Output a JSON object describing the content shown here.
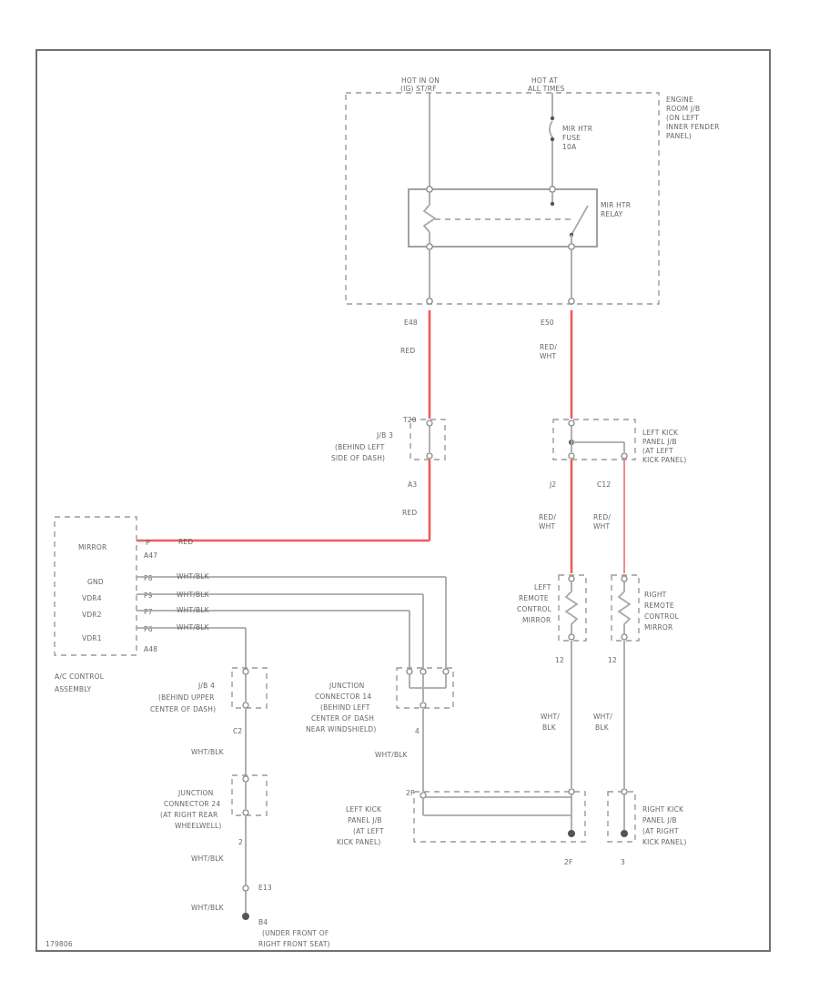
{
  "labels": {
    "hot_in_on": "HOT IN ON",
    "hot_in_on_2": "(IG) ST/RF",
    "hot_at": "HOT AT",
    "hot_at_2": "ALL TIMES",
    "engine_room_jb": "ENGINE",
    "engine_room_jb_2": "ROOM J/B",
    "engine_room_jb_3": "(ON LEFT",
    "engine_room_jb_4": "INNER FENDER",
    "engine_room_jb_5": "PANEL)",
    "mirror_htr_fuse": "MIR HTR",
    "mirror_htr_fuse_2": "FUSE",
    "mirror_htr_fuse_3": "10A",
    "mirror_htr_relay": "MIR HTR",
    "mirror_htr_relay_2": "RELAY",
    "e48": "E48",
    "e50": "E50",
    "red_1": "RED",
    "red_wht_1": "RED/",
    "red_wht_1b": "WHT",
    "t20": "T20",
    "jb3": "J/B 3",
    "jb3_2": "(BEHIND LEFT",
    "jb3_3": "SIDE OF DASH)",
    "a3": "A3",
    "red_2": "RED",
    "left_kick_jb_top": "LEFT KICK",
    "left_kick_jb_top_2": "PANEL J/B",
    "left_kick_jb_top_3": "(AT LEFT",
    "left_kick_jb_top_4": "KICK PANEL)",
    "j2": "J2",
    "c12": "C12",
    "red_wht_2": "RED/",
    "red_wht_2b": "WHT",
    "red_wht_3": "RED/",
    "red_wht_3b": "WHT",
    "ac_mirror": "MIRROR",
    "ac_gnd": "GND",
    "ac_vdr4": "VDR4",
    "ac_vdr2": "VDR2",
    "ac_vdr1": "VDR1",
    "pin_p": "P",
    "pin_a47": "A47",
    "pin_p8": "P8",
    "pin_p9": "P9",
    "pin_p7": "P7",
    "pin_p6": "P6",
    "pin_a48": "A48",
    "red_ac": "RED",
    "wht_blk_1": "WHT/BLK",
    "wht_blk_2": "WHT/BLK",
    "wht_blk_3": "WHT/BLK",
    "wht_blk_4": "WHT/BLK",
    "ac_control": "A/C CONTROL",
    "ac_control_2": "ASSEMBLY",
    "left_remote_mirror": "LEFT",
    "left_remote_mirror_2": "REMOTE",
    "left_remote_mirror_3": "CONTROL",
    "left_remote_mirror_4": "MIRROR",
    "right_remote_mirror": "RIGHT",
    "right_remote_mirror_2": "REMOTE",
    "right_remote_mirror_3": "CONTROL",
    "right_remote_mirror_4": "MIRROR",
    "l12": "12",
    "r12": "12",
    "jb4": "J/B 4",
    "jb4_2": "(BEHIND UPPER",
    "jb4_3": "CENTER OF DASH)",
    "junction_14": "JUNCTION",
    "junction_14_2": "CONNECTOR 14",
    "junction_14_3": "(BEHIND LEFT",
    "junction_14_4": "CENTER OF DASH",
    "junction_14_5": "NEAR WINDSHIELD)",
    "c2": "C2",
    "pin_4": "4",
    "wht_blk_5": "WHT/BLK",
    "wht_blk_6": "WHT/BLK",
    "wht_blk_l": "WHT/",
    "wht_blk_lb": "BLK",
    "wht_blk_r": "WHT/",
    "wht_blk_rb": "BLK",
    "junction_24": "JUNCTION",
    "junction_24_2": "CONNECTOR 24",
    "junction_24_3": "(AT RIGHT REAR",
    "junction_24_4": "WHEELWELL)",
    "left_kick_jb_bot": "LEFT KICK",
    "left_kick_jb_bot_2": "PANEL J/B",
    "left_kick_jb_bot_3": "(AT LEFT",
    "left_kick_jb_bot_4": "KICK PANEL)",
    "right_kick_jb": "RIGHT KICK",
    "right_kick_jb_2": "PANEL J/B",
    "right_kick_jb_3": "(AT RIGHT",
    "right_kick_jb_4": "KICK PANEL)",
    "pin_2": "2",
    "pin_2f": "2F",
    "pin_3": "3",
    "pin_b4": "B4",
    "wht_blk_7": "WHT/BLK",
    "wht_blk_8": "WHT/BLK",
    "e13": "E13",
    "ground_b4": "B4",
    "ground_loc": "(UNDER FRONT OF",
    "ground_loc_2": "RIGHT FRONT SEAT)",
    "figure_id": "179806"
  }
}
